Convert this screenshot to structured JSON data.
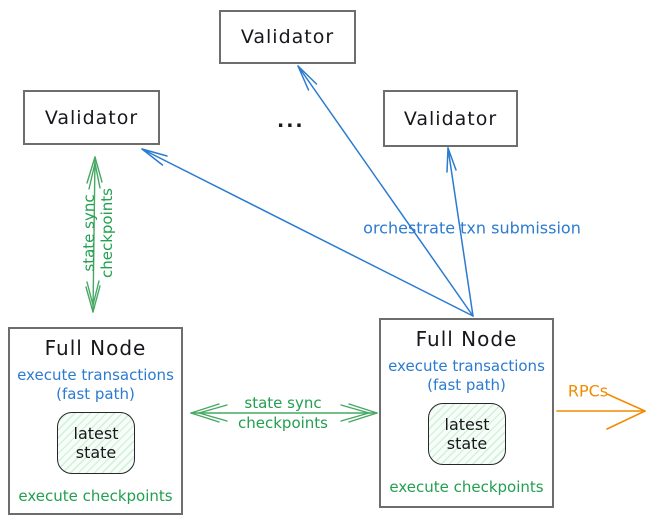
{
  "colors": {
    "blue": "#2b7bd0",
    "green_arrow": "#46a863",
    "green_text": "#22a04f",
    "orange": "#f08c00",
    "box_border": "#6d6d6d",
    "text_black": "#17171c"
  },
  "validators": [
    {
      "label": "Validator"
    },
    {
      "label": "Validator"
    },
    {
      "label": "Validator"
    }
  ],
  "ellipsis": "...",
  "full_nodes": [
    {
      "title": "Full Node",
      "blue_line1": "execute transactions",
      "blue_line2": "(fast path)",
      "state_line1": "latest",
      "state_line2": "state",
      "green_footer": "execute checkpoints"
    },
    {
      "title": "Full Node",
      "blue_line1": "execute transactions",
      "blue_line2": "(fast path)",
      "state_line1": "latest",
      "state_line2": "state",
      "green_footer": "execute checkpoints"
    }
  ],
  "arrow_labels": {
    "vertical_sync_line1": "state sync",
    "vertical_sync_line2": "checkpoints",
    "mid_sync_line1": "state sync",
    "mid_sync_line2": "checkpoints",
    "orchestrate": "orchestrate txn submission",
    "rpcs": "RPCs"
  }
}
